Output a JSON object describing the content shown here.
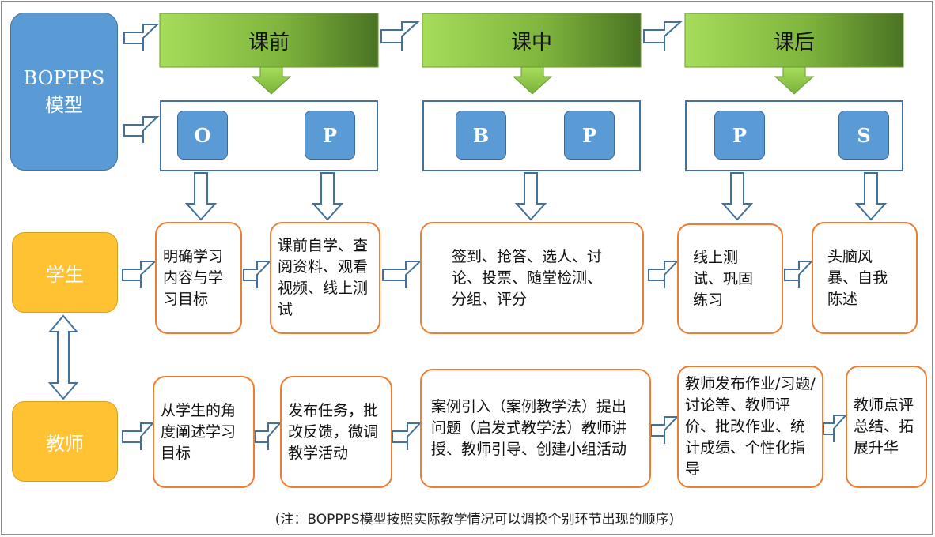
{
  "model_label": {
    "line1": "BOPPPS",
    "line2": "模型"
  },
  "phases": [
    "课前",
    "课中",
    "课后"
  ],
  "letters": [
    "O",
    "P",
    "B",
    "P",
    "P",
    "S"
  ],
  "roles": {
    "student": "学生",
    "teacher": "教师"
  },
  "student_cards": [
    "明确学习内容与学习目标",
    "课前自学、查阅资料、观看视频、线上测试",
    "签到、抢答、选人、讨论、投票、随堂检测、分组、评分",
    "线上测试、巩固练习",
    "头脑风暴、自我陈述"
  ],
  "teacher_cards": [
    "从学生的角度阐述学习目标",
    "发布任务，批改反馈，微调教学活动",
    "案例引入（案例教学法）提出问题（启发式教学法）教师讲授、教师引导、创建小组活动",
    "教师发布作业/习题/讨论等、教师评价、批改作业、统计成绩、个性化指导",
    "教师点评总结、拓展升华"
  ],
  "note": "(注：BOPPPS模型按照实际教学情况可以调换个别环节出现的顺序)",
  "colors": {
    "blue": "#5b9bd5",
    "blue_border": "#41719c",
    "orange": "#ed7d31",
    "yellow": "#ffc232",
    "green_light": "#92d050",
    "green_dark": "#4f7a28"
  }
}
